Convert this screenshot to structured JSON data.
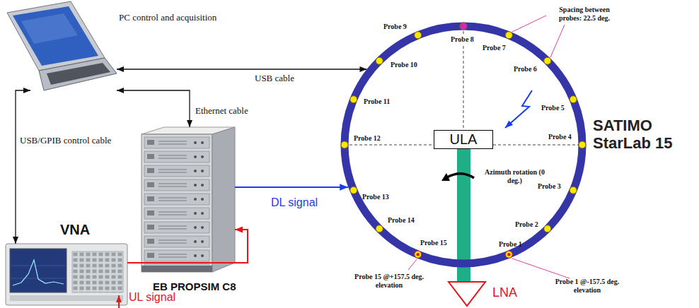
{
  "diagram": {
    "nodes": [
      {
        "text": [
          "PC control and acquisition"
        ]
      },
      {
        "text": [
          "VNA"
        ]
      },
      {
        "text": [
          "EB PROPSIM C8"
        ]
      },
      {
        "text": [
          "SATIMO StarLab 15"
        ]
      },
      {
        "text": [
          "ULA"
        ],
        "in": 3
      },
      {
        "text": [
          "LNA"
        ]
      }
    ],
    "edges": [
      {
        "from": 0,
        "to": 3,
        "arrow": "both",
        "label": "USB cable"
      },
      {
        "from": 0,
        "to": 1,
        "arrow": "both",
        "label": "USB/GPIB control cable"
      },
      {
        "from": 0,
        "to": 2,
        "arrow": "both",
        "label": "Ethernet cable"
      },
      {
        "from": 2,
        "to": 3,
        "arrow": "to",
        "label": "DL signal"
      },
      {
        "from": 1,
        "to": 2,
        "arrow": "to"
      }
    ],
    "labels": [
      "Spacing between probes: 22.5 deg.",
      "Probe 1",
      "Probe 2",
      "Probe 3",
      "Probe 4",
      "Probe 5",
      "Probe 6",
      "Probe 7",
      "Probe 8",
      "Probe 9",
      "Probe 10",
      "Probe 11",
      "Probe 12",
      "Probe 13",
      "Probe 14",
      "Probe 15",
      "Probe 15 @+157.5 deg. elevation",
      "Probe 1 @-157.5 deg. elevation",
      "Azimuth rotation (0 deg.)",
      "UL signal"
    ]
  }
}
